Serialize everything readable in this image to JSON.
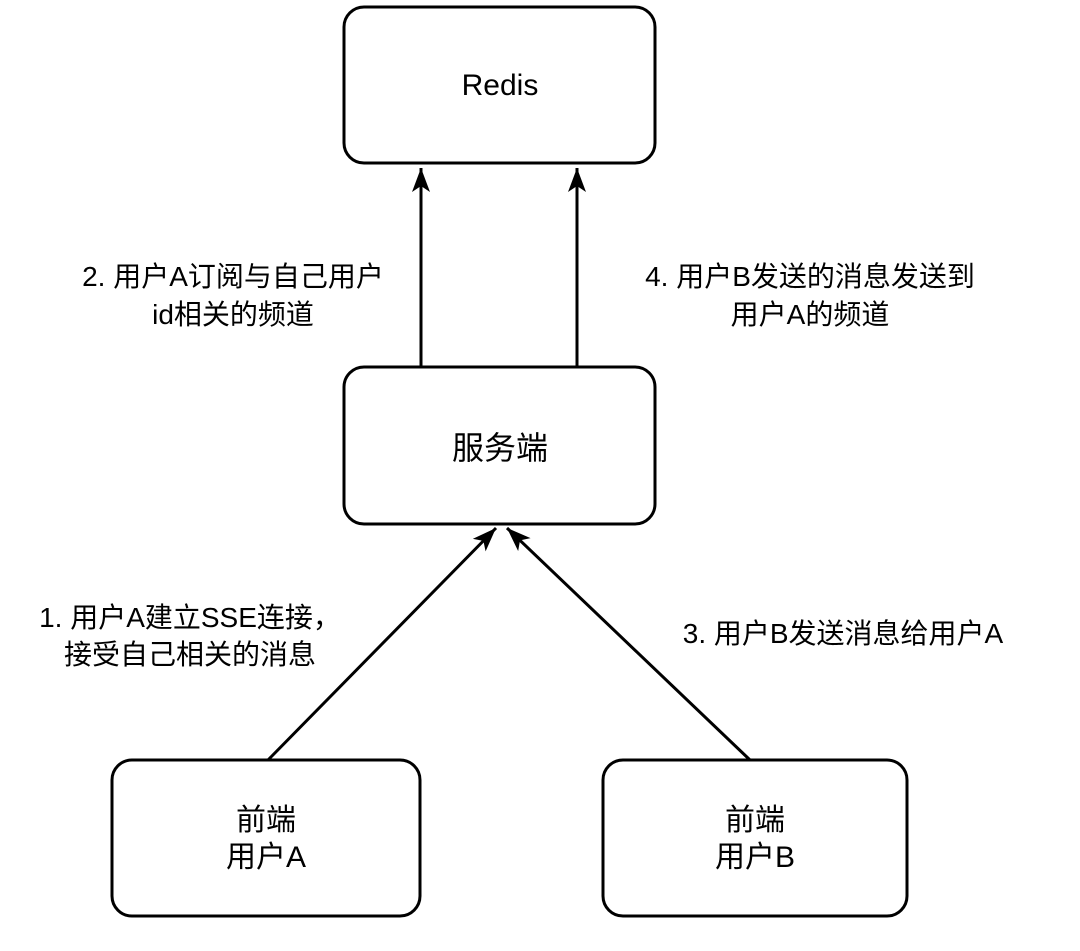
{
  "diagram": {
    "colors": {
      "background": "#ffffff",
      "stroke": "#000000",
      "text": "#000000"
    },
    "nodes": [
      {
        "id": "redis",
        "label": "Redis"
      },
      {
        "id": "server",
        "label": "服务端"
      },
      {
        "id": "client_a",
        "line1": "前端",
        "line2": "用户A"
      },
      {
        "id": "client_b",
        "line1": "前端",
        "line2": "用户B"
      }
    ],
    "edges": [
      {
        "id": "client-a-to-server",
        "from": "client_a",
        "to": "server"
      },
      {
        "id": "server-to-redis-subscribe",
        "from": "server",
        "to": "redis"
      },
      {
        "id": "client-b-to-server",
        "from": "client_b",
        "to": "server"
      },
      {
        "id": "server-to-redis-publish",
        "from": "server",
        "to": "redis"
      }
    ],
    "edge_labels": {
      "step1": {
        "line1": "1. 用户A建立SSE连接，",
        "line2": "接受自己相关的消息"
      },
      "step2": {
        "line1": "2. 用户A订阅与自己用户",
        "line2": "id相关的频道"
      },
      "step3": {
        "line1": "3. 用户B发送消息给用户A"
      },
      "step4": {
        "line1": "4. 用户B发送的消息发送到",
        "line2": "用户A的频道"
      }
    }
  }
}
